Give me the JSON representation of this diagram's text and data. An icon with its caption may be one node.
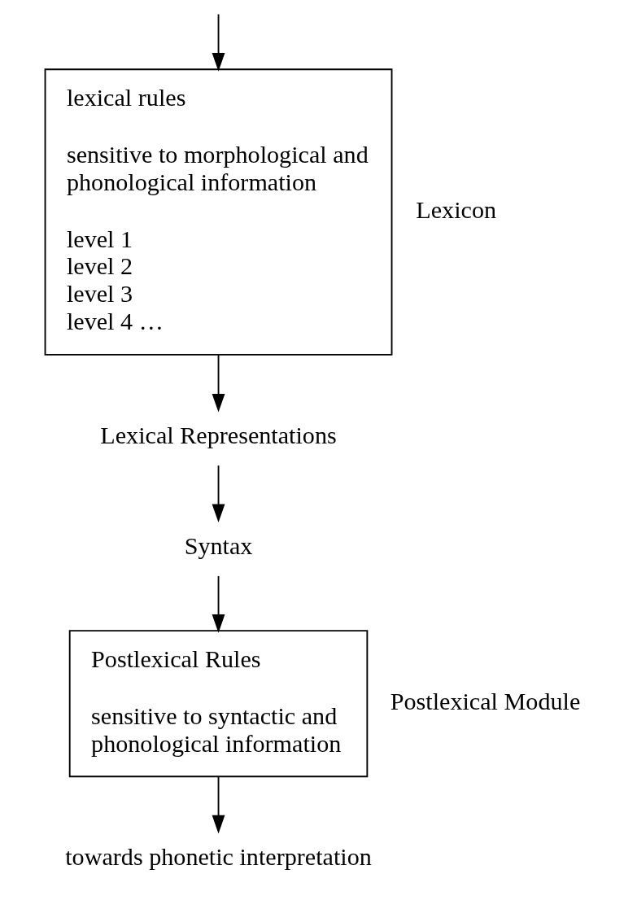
{
  "diagram": {
    "nodes": [
      {
        "text": [
          "lexical rules",
          "sensitive to morphological and phonological information",
          "level 1",
          "level 2",
          "level 3",
          "level 4 …"
        ],
        "beside": [
          "Lexicon"
        ]
      },
      {
        "text": [
          "Lexical Representations"
        ]
      },
      {
        "text": [
          "Syntax"
        ]
      },
      {
        "text": [
          "Postlexical Rules",
          "sensitive to syntactic and phonological information"
        ],
        "beside": [
          "Postlexical Module"
        ]
      },
      {
        "text": [
          "towards phonetic interpretation"
        ]
      }
    ],
    "edges": [
      {
        "from": null,
        "to": 0,
        "arrow": "to"
      },
      {
        "from": 0,
        "to": 1,
        "arrow": "to"
      },
      {
        "from": 1,
        "to": 2,
        "arrow": "to"
      },
      {
        "from": 2,
        "to": 3,
        "arrow": "to"
      },
      {
        "from": 3,
        "to": 4,
        "arrow": "to"
      }
    ]
  }
}
